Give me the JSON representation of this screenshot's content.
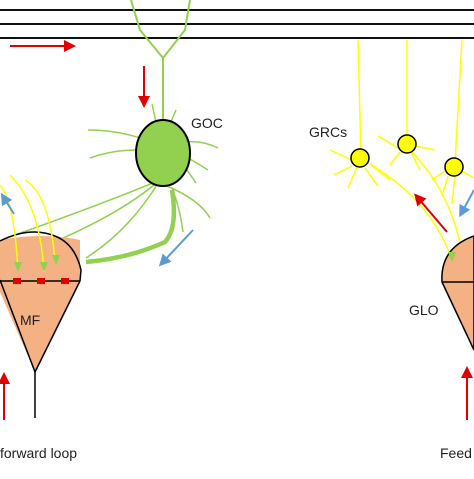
{
  "labels": {
    "goc": "GOC",
    "grcs": "GRCs",
    "mf": "MF",
    "glo": "GLO",
    "left_caption": "forward loop",
    "right_caption": "Feed"
  },
  "colors": {
    "parallel_fiber": "#111111",
    "golgi_cell": "#92d050",
    "granule_cell": "#ffff00",
    "glomerulus": "#f4b183",
    "synapse": "#e00000",
    "excitatory_arrow": "#e00000",
    "inhibitory_arrow": "#5b9bd5",
    "outline": "#000000"
  },
  "icons": {
    "red_arrow": "excitatory-arrow",
    "blue_arrow": "inhibitory-arrow"
  }
}
